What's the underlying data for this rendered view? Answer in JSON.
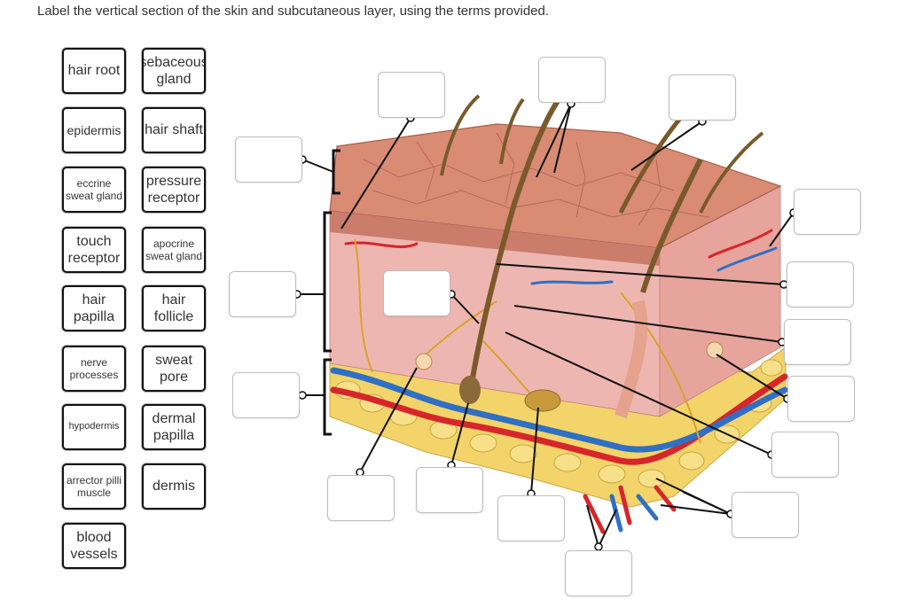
{
  "instruction": "Label the vertical section of the skin and subcutaneous layer, using the terms provided.",
  "terms": [
    "hair root",
    "sebaceous gland",
    "epidermis",
    "hair shaft",
    "eccrine sweat gland",
    "pressure receptor",
    "touch receptor",
    "apocrine sweat gland",
    "hair papilla",
    "hair follicle",
    "nerve processes",
    "sweat pore",
    "hypodermis",
    "dermal papilla",
    "arrector pilli muscle",
    "dermis",
    "blood vessels"
  ],
  "colors": {
    "term_border": "#111111",
    "drop_border": "#bdbdbd",
    "skin": "#e8a9a0",
    "dermis": "#eeb6b0",
    "fat": "#f2d46a",
    "artery": "#d7262b",
    "vein": "#2f6fc4",
    "nerve": "#d9a22a",
    "hair": "#7a5a2a"
  }
}
